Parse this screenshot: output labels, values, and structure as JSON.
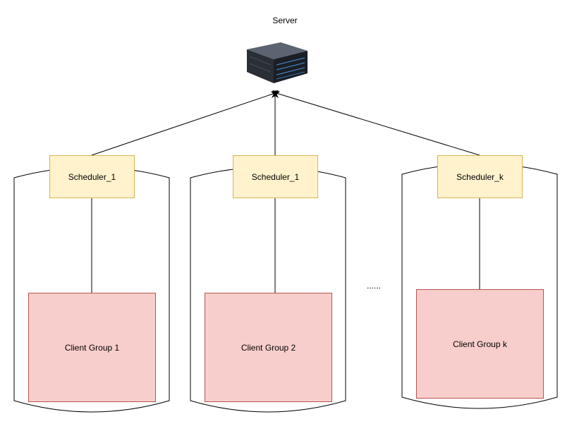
{
  "server": {
    "label": "Server",
    "icon": "server-rack-icon"
  },
  "groups": [
    {
      "scheduler": "Scheduler_1",
      "client": "Client Group 1"
    },
    {
      "scheduler": "Scheduler_1",
      "client": "Client Group 2"
    },
    {
      "scheduler": "Scheduler_k",
      "client": "Client Group k"
    }
  ],
  "ellipsis": "......",
  "colors": {
    "scheduler_fill": "#fff2cc",
    "scheduler_stroke": "#d6b656",
    "client_fill": "#f8cecc",
    "client_stroke": "#b85450"
  }
}
